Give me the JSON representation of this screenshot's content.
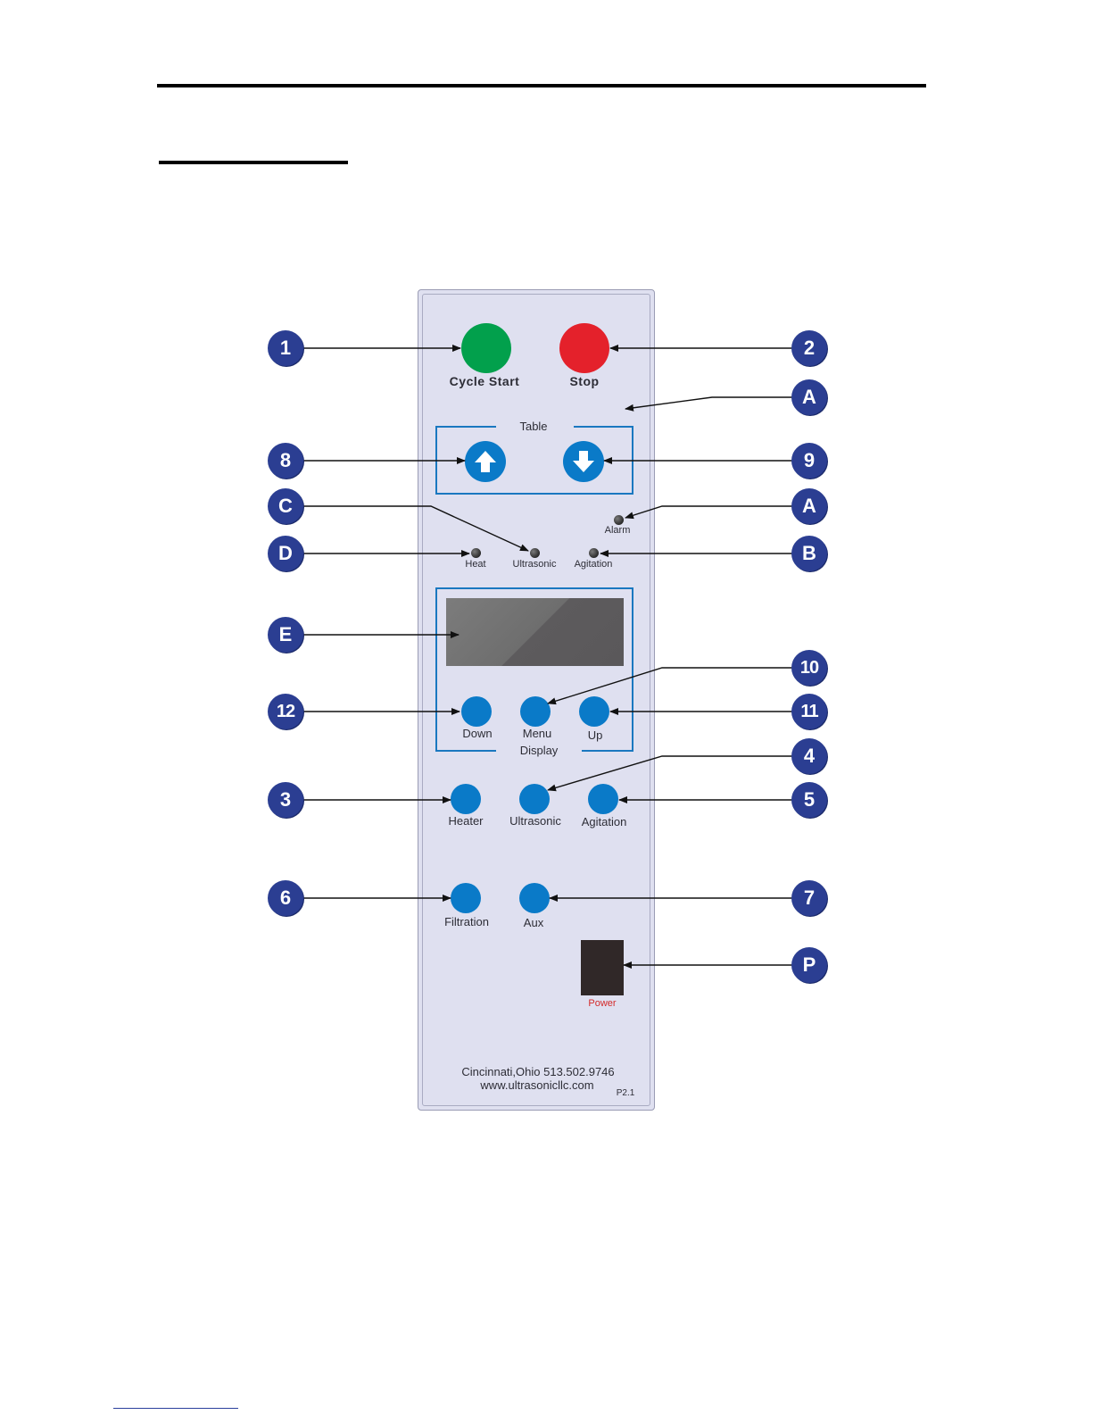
{
  "panel": {
    "cycle_start": "Cycle Start",
    "stop": "Stop",
    "table": "Table",
    "alarm": "Alarm",
    "heat": "Heat",
    "ultrasonic_led": "Ultrasonic",
    "agitation_led": "Agitation",
    "down": "Down",
    "menu": "Menu",
    "up": "Up",
    "display": "Display",
    "heater": "Heater",
    "ultrasonic": "Ultrasonic",
    "agitation": "Agitation",
    "filtration": "Filtration",
    "aux": "Aux",
    "power": "Power",
    "footer_line1": "Cincinnati,Ohio  513.502.9746",
    "footer_line2": "www.ultrasonicllc.com",
    "revision": "P2.1"
  },
  "callouts": [
    "1",
    "2",
    "A",
    "8",
    "9",
    "C",
    "A",
    "D",
    "B",
    "E",
    "10",
    "12",
    "11",
    "4",
    "3",
    "5",
    "6",
    "7",
    "P"
  ],
  "colors": {
    "panel": "#dfe0f0",
    "start_button": "#02a04c",
    "stop_button": "#e4212b",
    "blue_button": "#0a7ac8",
    "callout": "#2b3e92",
    "power_label": "#d42a2a"
  }
}
